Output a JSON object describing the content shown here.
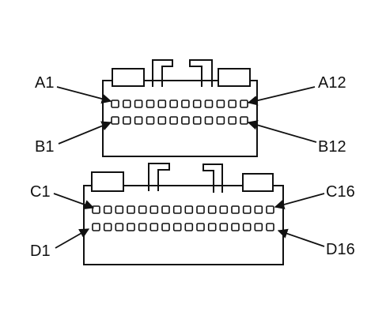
{
  "diagram": {
    "connectors": [
      {
        "id": "upper",
        "rows": [
          {
            "row": "A",
            "pin_count": 12,
            "first_label": "A1",
            "last_label": "A12"
          },
          {
            "row": "B",
            "pin_count": 12,
            "first_label": "B1",
            "last_label": "B12"
          }
        ]
      },
      {
        "id": "lower",
        "rows": [
          {
            "row": "C",
            "pin_count": 16,
            "first_label": "C1",
            "last_label": "C16"
          },
          {
            "row": "D",
            "pin_count": 16,
            "first_label": "D1",
            "last_label": "D16"
          }
        ]
      }
    ],
    "colors": {
      "ink": "#111111",
      "paper": "#ffffff"
    }
  }
}
